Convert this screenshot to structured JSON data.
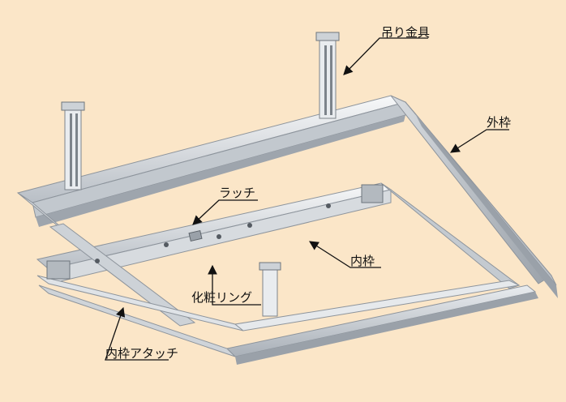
{
  "labels": {
    "hanger": "吊り金具",
    "outer_frame": "外枠",
    "latch": "ラッチ",
    "inner_frame": "内枠",
    "trim_ring": "化粧リング",
    "inner_frame_attachment": "内枠アタッチ"
  },
  "colors": {
    "background": "#fbe6c8",
    "metal_light": "#eef0f2",
    "metal_mid": "#c9ced4",
    "metal_dark": "#8d949c",
    "ink": "#111111"
  }
}
